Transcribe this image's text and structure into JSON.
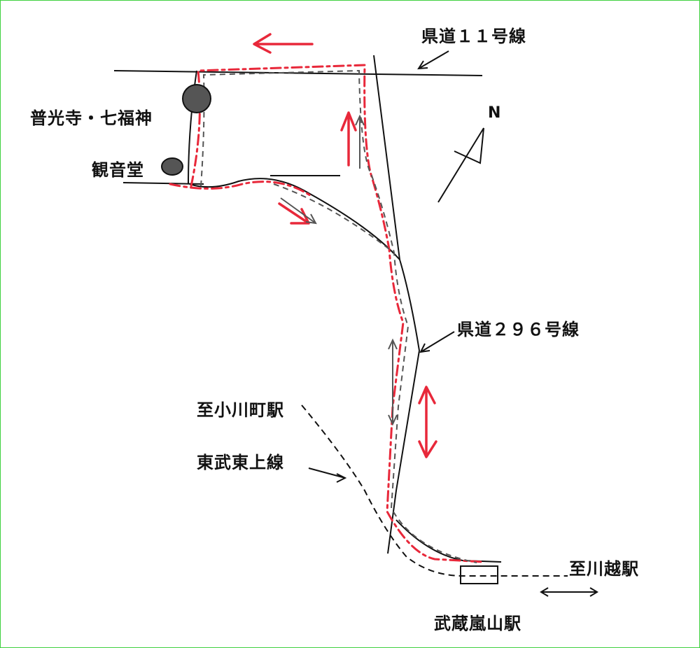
{
  "labels": {
    "route11": "県道１１号線",
    "temple": "普光寺・七福神",
    "kannon": "観音堂",
    "north": "N",
    "route296": "県道２９６号線",
    "to_ogawamachi": "至小川町駅",
    "tobu_tojo": "東武東上線",
    "to_kawagoe": "至川越駅",
    "station": "武蔵嵐山駅"
  },
  "colors": {
    "route_red": "#e8283a",
    "route_gray": "#555555",
    "frame": "#3fd13f",
    "landmark": "#555555"
  }
}
